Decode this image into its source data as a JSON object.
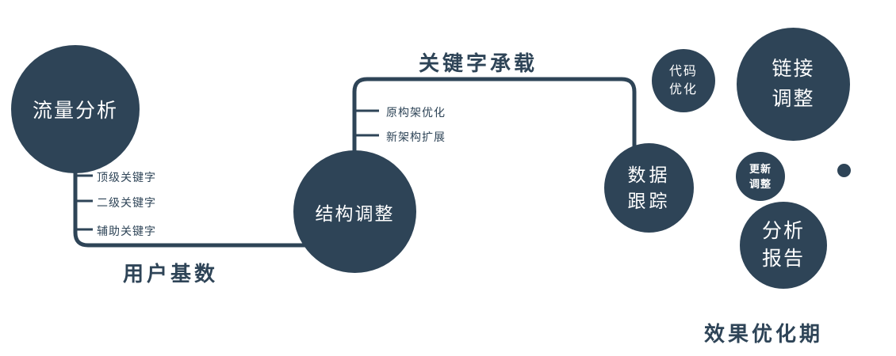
{
  "diagram": {
    "accent_color": "#2e4457",
    "nodes": {
      "traffic_analysis": {
        "label": "流量分析"
      },
      "structure_adjust": {
        "label": "结构调整"
      },
      "data_tracking": {
        "lines": [
          "数据",
          "跟踪"
        ]
      },
      "code_optimization": {
        "lines": [
          "代码",
          "优化"
        ]
      },
      "link_adjustment": {
        "lines": [
          "链接",
          "调整"
        ]
      },
      "update_adjustment": {
        "lines": [
          "更新",
          "调整"
        ]
      },
      "analysis_report": {
        "lines": [
          "分析",
          "报告"
        ]
      }
    },
    "edges": {
      "user_base_label": "用户基数",
      "keyword_carry_label": "关键字承载"
    },
    "branches": {
      "traffic": [
        "顶级关键字",
        "二级关键字",
        "辅助关键字"
      ],
      "structure": [
        "原构架优化",
        "新架构扩展"
      ]
    },
    "footer_label": "效果优化期"
  }
}
